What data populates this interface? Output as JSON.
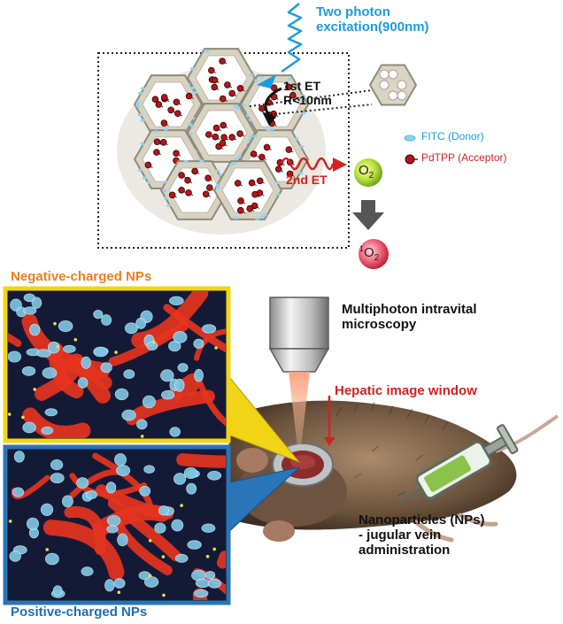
{
  "top_panel": {
    "excitation": [
      "Two photon",
      "excitation(900nm)"
    ],
    "first_et": [
      "1st ET",
      "R<10nm"
    ],
    "second_et": "2nd ET",
    "legend": {
      "donor": "FITC (Donor)",
      "acceptor": "PdTPP (Acceptor)"
    },
    "oxygen": {
      "ground": "O",
      "ground_sub": "2",
      "singlet_sup": "1",
      "singlet": "O",
      "singlet_sub": "2"
    }
  },
  "bottom_panel": {
    "negative_title": "Negative-charged NPs",
    "positive_title": "Positive-charged NPs",
    "microscope": [
      "Multiphoton intravital",
      "microscopy"
    ],
    "hepatic_window": "Hepatic image window",
    "injection": [
      "Nanoparticles (NPs)",
      "- jugular vein",
      "administration"
    ]
  },
  "colors": {
    "blue_label": "#1a9be0",
    "red_label": "#d52121",
    "orange_title": "#ee7d1f",
    "blue_title": "#1f6fb3",
    "yellow_frame": "#f2d417",
    "blue_frame": "#2a74b8",
    "hexagon_fill": "#d8d2c1",
    "hexagon_edge": "#8f8a7c",
    "donor": "#8fd3f4",
    "acceptor": "#b71418"
  }
}
